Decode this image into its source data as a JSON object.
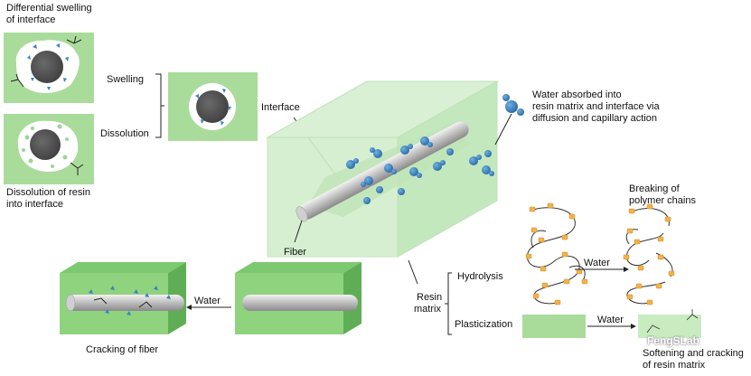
{
  "labels": {
    "differential_swelling": [
      "Differential swelling",
      "of interface"
    ],
    "dissolution_resin": [
      "Dissolution of resin",
      "into interface"
    ],
    "swelling": "Swelling",
    "dissolution": "Dissolution",
    "interface": "Interface",
    "water_absorbed": [
      "Water absorbed into",
      "resin matrix and interface via",
      "diffusion and capillary action"
    ],
    "fiber": "Fiber",
    "breaking": [
      "Breaking of",
      "polymer chains"
    ],
    "resin_matrix": [
      "Resin",
      "matrix"
    ],
    "hydrolysis": "Hydrolysis",
    "plasticization": "Plasticization",
    "water_1": "Water",
    "water_2": "Water",
    "water_3": "Water",
    "cracking_fiber": "Cracking of fiber",
    "softening": [
      "Softening and cracking",
      "of resin matrix"
    ]
  },
  "watermark": "FengSLab",
  "colors": {
    "green_panel": "#a9dc9b",
    "box_face": "#cdeccd",
    "water_blue": "#3d82c4",
    "fiber_gray": "#8c8c8c",
    "core_dark": "#555555",
    "bead_orange": "#f2b24a"
  }
}
